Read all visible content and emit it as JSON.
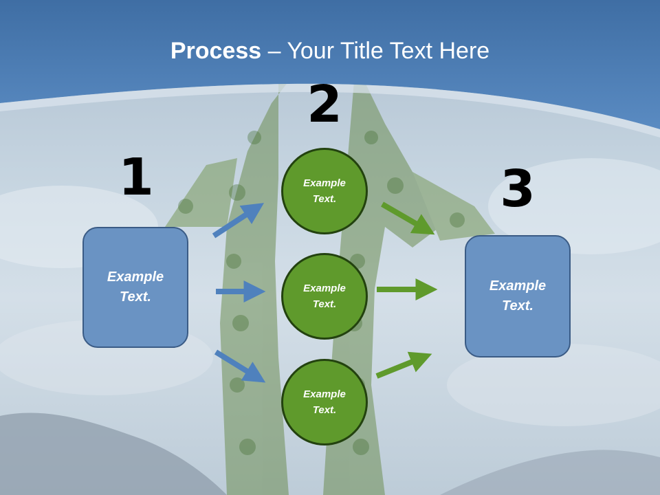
{
  "title": {
    "bold": "Process",
    "rest": " – Your Title Text Here"
  },
  "steps": {
    "one": {
      "number": "1",
      "text": "Example\nText."
    },
    "two": {
      "number": "2",
      "items": [
        "Example\nText.",
        "Example\nText.",
        "Example\nText."
      ]
    },
    "three": {
      "number": "3",
      "text": "Example\nText."
    }
  },
  "colors": {
    "header_blue": "#4f7fb4",
    "box_blue": "#6a93c3",
    "circle_green": "#5f9a2c",
    "arrow_blue": "#4f81bd",
    "arrow_green": "#5f9a2c"
  }
}
